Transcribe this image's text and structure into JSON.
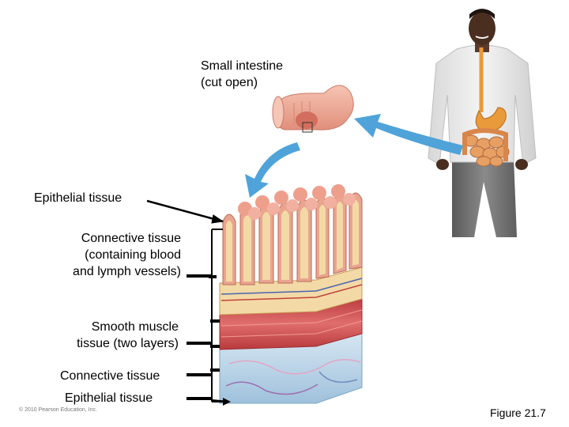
{
  "labels": {
    "small_intestine_line1": "Small intestine",
    "small_intestine_line2": "(cut open)",
    "epithelial_top": "Epithelial tissue",
    "connective_line1": "Connective tissue",
    "connective_line2": "(containing blood",
    "connective_line3": "and lymph vessels)",
    "smooth_line1": "Smooth muscle",
    "smooth_line2": "tissue (two layers)",
    "connective_bottom": "Connective tissue",
    "epithelial_bottom": "Epithelial tissue"
  },
  "copyright": "© 2010 Pearson Education, Inc.",
  "figure_label": "Figure 21.7",
  "colors": {
    "villus_pink": "#e9a58f",
    "villus_core": "#f3d9a6",
    "muscle_red": "#c9474a",
    "connective_blue": "#b8d3e6",
    "arrow_blue": "#4fa3d9",
    "shirt_white": "#ececec",
    "pants_gray": "#6f6f6f"
  }
}
